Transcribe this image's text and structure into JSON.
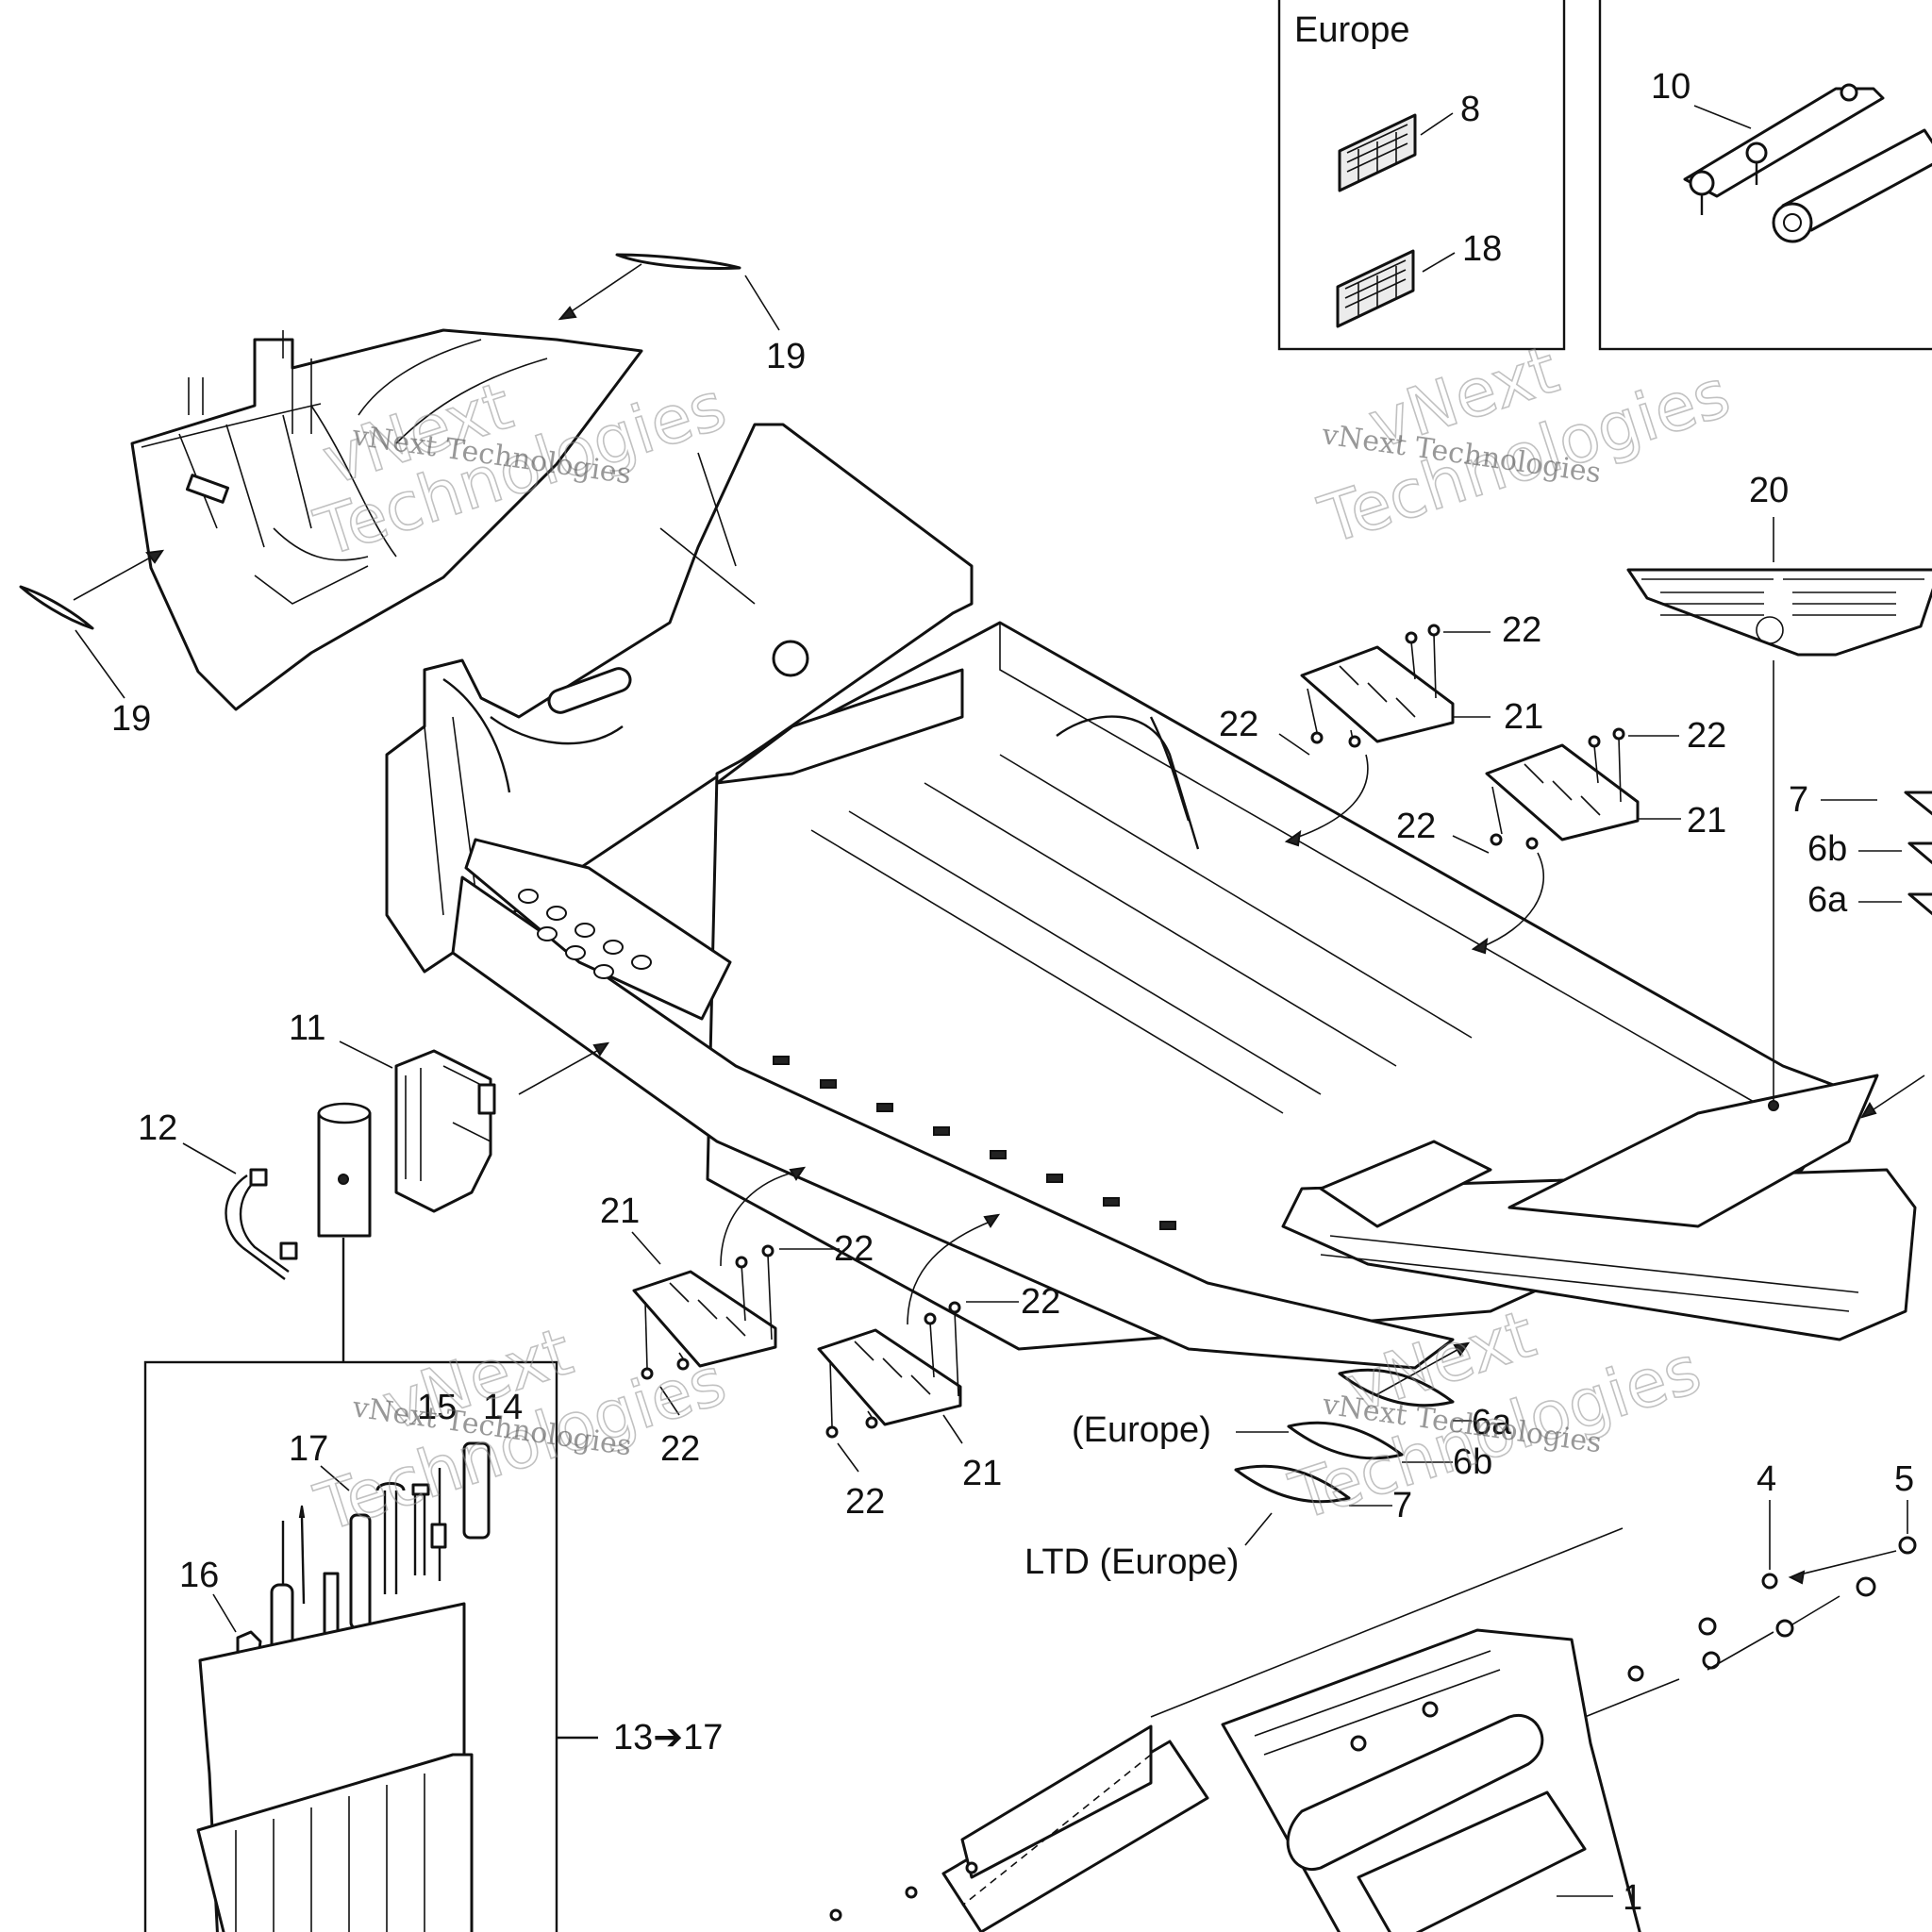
{
  "watermark": {
    "line1": "vNext",
    "line2": "Technologies",
    "sub": "vNext Technologies"
  },
  "labels": {
    "europe_box_title": "Europe",
    "n1": "1",
    "n4": "4",
    "n5": "5",
    "n6a_right": "6a",
    "n6b_right": "6b",
    "n7_right": "7",
    "n6a_bottom": "6a",
    "n6b_bottom": "6b",
    "n7_bottom": "7",
    "n8": "8",
    "n10": "10",
    "n11": "11",
    "n12": "12",
    "n13_17": "13➔17",
    "n14": "14",
    "n15": "15",
    "n16": "16",
    "n17": "17",
    "n18": "18",
    "n19_top": "19",
    "n19_left": "19",
    "n20": "20",
    "n21_a": "21",
    "n21_b": "21",
    "n21_c": "21",
    "n21_d": "21",
    "n22_a": "22",
    "n22_b": "22",
    "n22_c": "22",
    "n22_d": "22",
    "n22_e": "22",
    "n22_f": "22",
    "n22_g": "22",
    "n22_h": "22",
    "europe_note": "(Europe)",
    "ltd_europe_note": "LTD (Europe)"
  }
}
